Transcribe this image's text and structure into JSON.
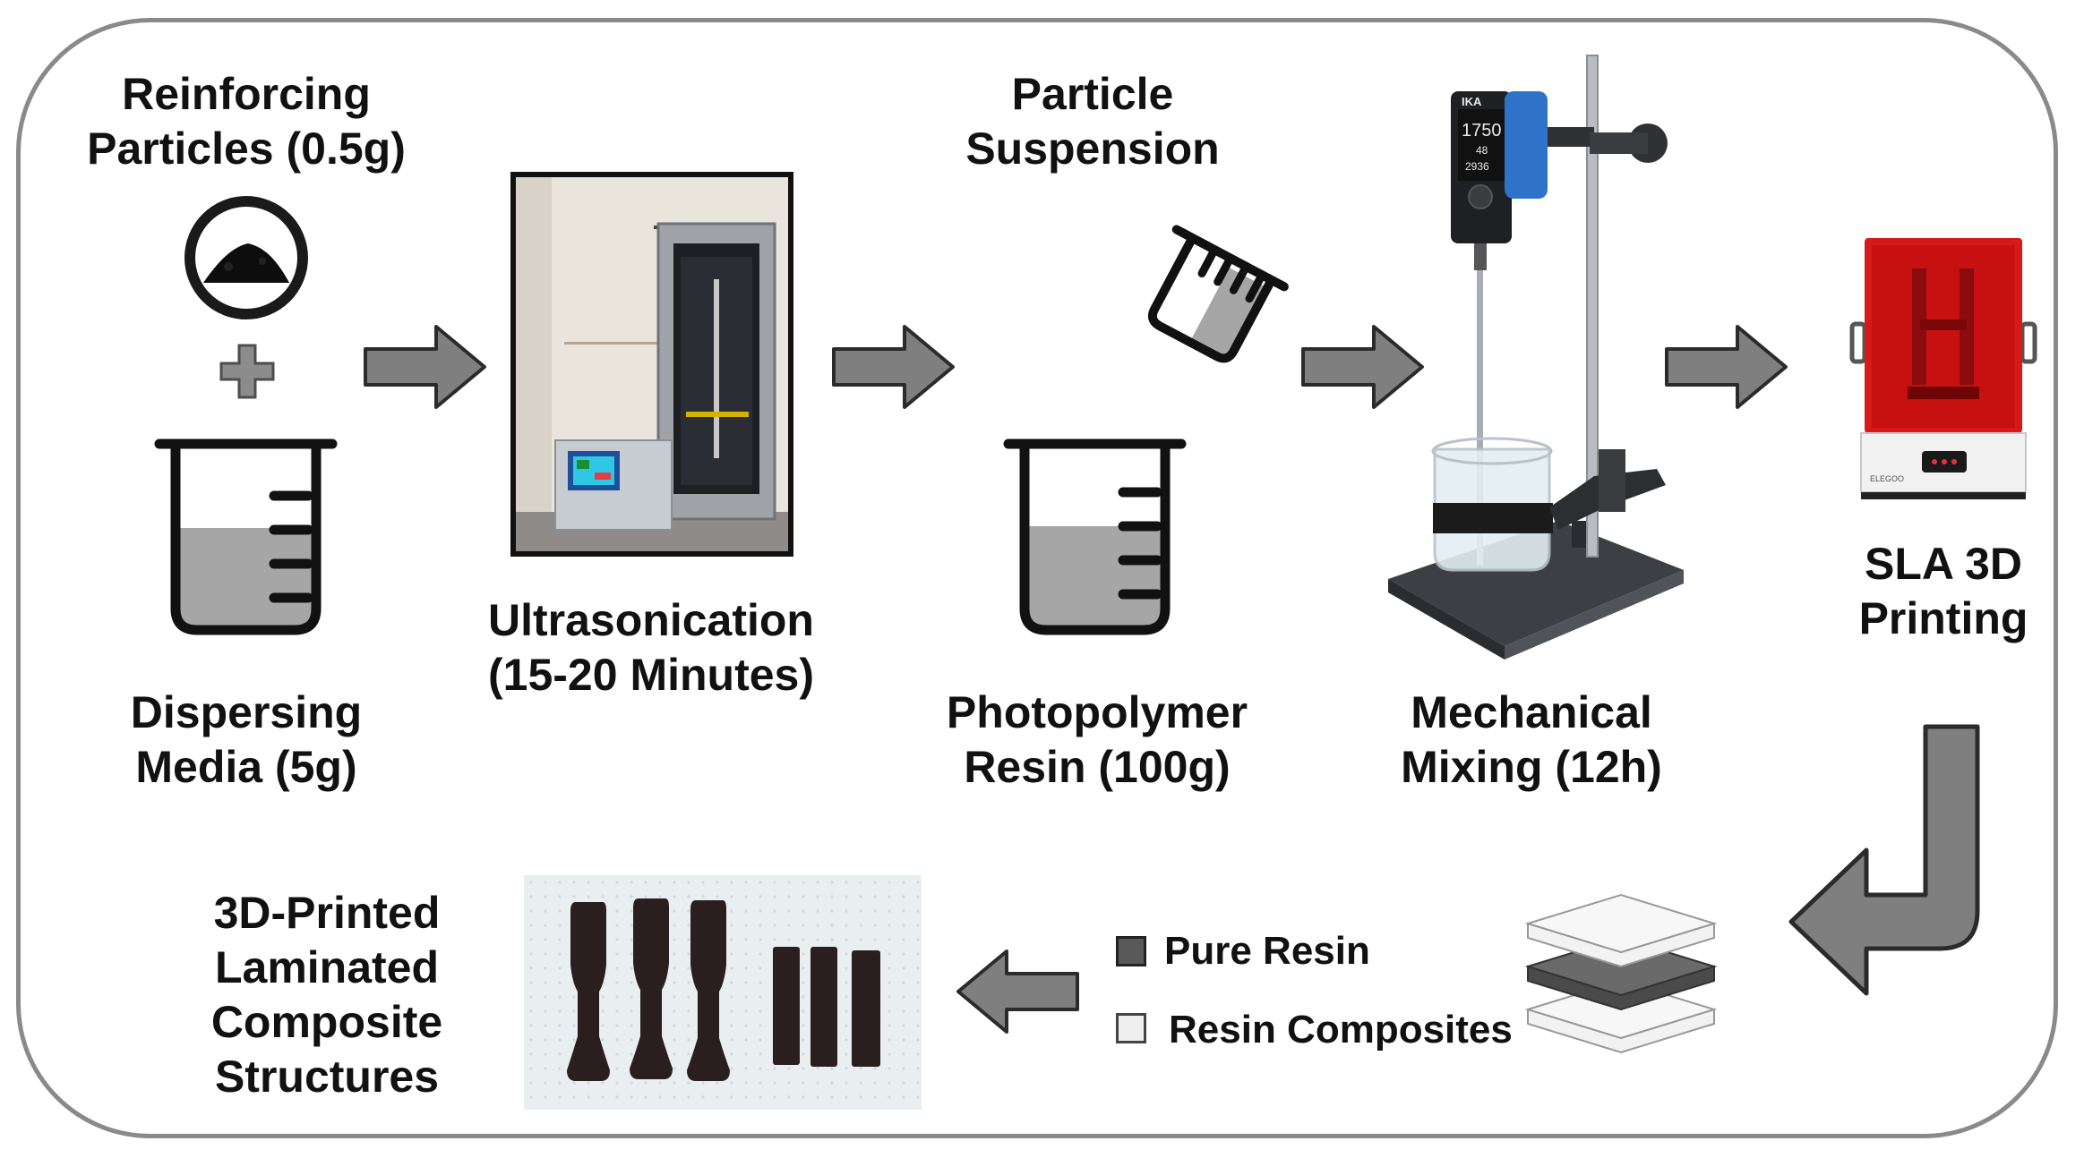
{
  "labels": {
    "reinforcing_particles": [
      "Reinforcing",
      "Particles (0.5g)"
    ],
    "dispersing_media": [
      "Dispersing",
      "Media (5g)"
    ],
    "ultrasonication": [
      "Ultrasonication",
      "(15-20 Minutes)"
    ],
    "particle_suspension": [
      "Particle",
      "Suspension"
    ],
    "photopolymer_resin": [
      "Photopolymer",
      "Resin (100g)"
    ],
    "mechanical_mixing": [
      "Mechanical",
      "Mixing (12h)"
    ],
    "sla_printing": [
      "SLA 3D",
      "Printing"
    ],
    "printed_structures": [
      "3D-Printed",
      "Laminated",
      "Composite",
      "Structures"
    ]
  },
  "legend": {
    "pure_resin": "Pure Resin",
    "resin_composites": "Resin Composites"
  },
  "photo_text": {
    "stirrer_brand": "IKA",
    "stirrer_display_1": "1750",
    "stirrer_display_2": "48",
    "stirrer_display_3": "2936",
    "printer_brand": "ELEGOO"
  },
  "colors": {
    "frame": "#8a8a8a",
    "arrow_fill": "#7f7f7f",
    "liquid": "#a6a6a6",
    "pure_resin_swatch": "#595959",
    "composite_swatch": "#eeeeee",
    "printer_red": "#d61a1a",
    "stirrer_blue": "#2f73c8"
  }
}
